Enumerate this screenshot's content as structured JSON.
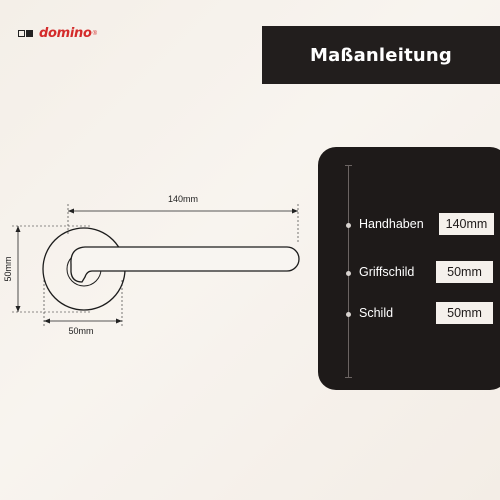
{
  "brand": {
    "name": "domino",
    "mark": "®"
  },
  "title": "Maßanleitung",
  "drawing": {
    "length_label": "140mm",
    "height_label": "50mm",
    "width_label": "50mm"
  },
  "specs": [
    {
      "label": "Handhaben",
      "value": "140mm"
    },
    {
      "label": "Griffschild",
      "value": "50mm"
    },
    {
      "label": "Schild",
      "value": "50mm"
    }
  ],
  "colors": {
    "brand_red": "#d42b2b",
    "dark_panel": "#1e1a19",
    "background": "#f5f0ea"
  }
}
